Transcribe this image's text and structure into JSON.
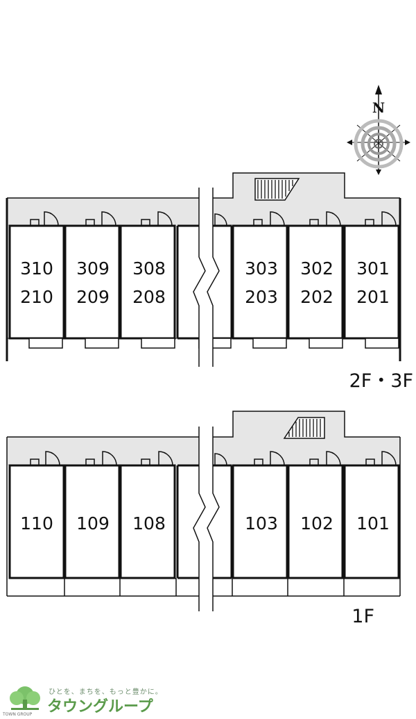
{
  "compass": {
    "north_label": "N"
  },
  "upper_plan": {
    "floor_label": "2F・3F",
    "units_left": [
      {
        "upper": "310",
        "lower": "210"
      },
      {
        "upper": "309",
        "lower": "209"
      },
      {
        "upper": "308",
        "lower": "208"
      }
    ],
    "units_right": [
      {
        "upper": "303",
        "lower": "203"
      },
      {
        "upper": "302",
        "lower": "202"
      },
      {
        "upper": "301",
        "lower": "201"
      }
    ]
  },
  "lower_plan": {
    "floor_label": "1F",
    "units_left": [
      "110",
      "109",
      "108"
    ],
    "units_right": [
      "103",
      "102",
      "101"
    ]
  },
  "footer": {
    "tagline": "ひとを、まちを、もっと豊かに。",
    "brand": "タウングループ",
    "brand_sub": "TOWN GROUP"
  }
}
